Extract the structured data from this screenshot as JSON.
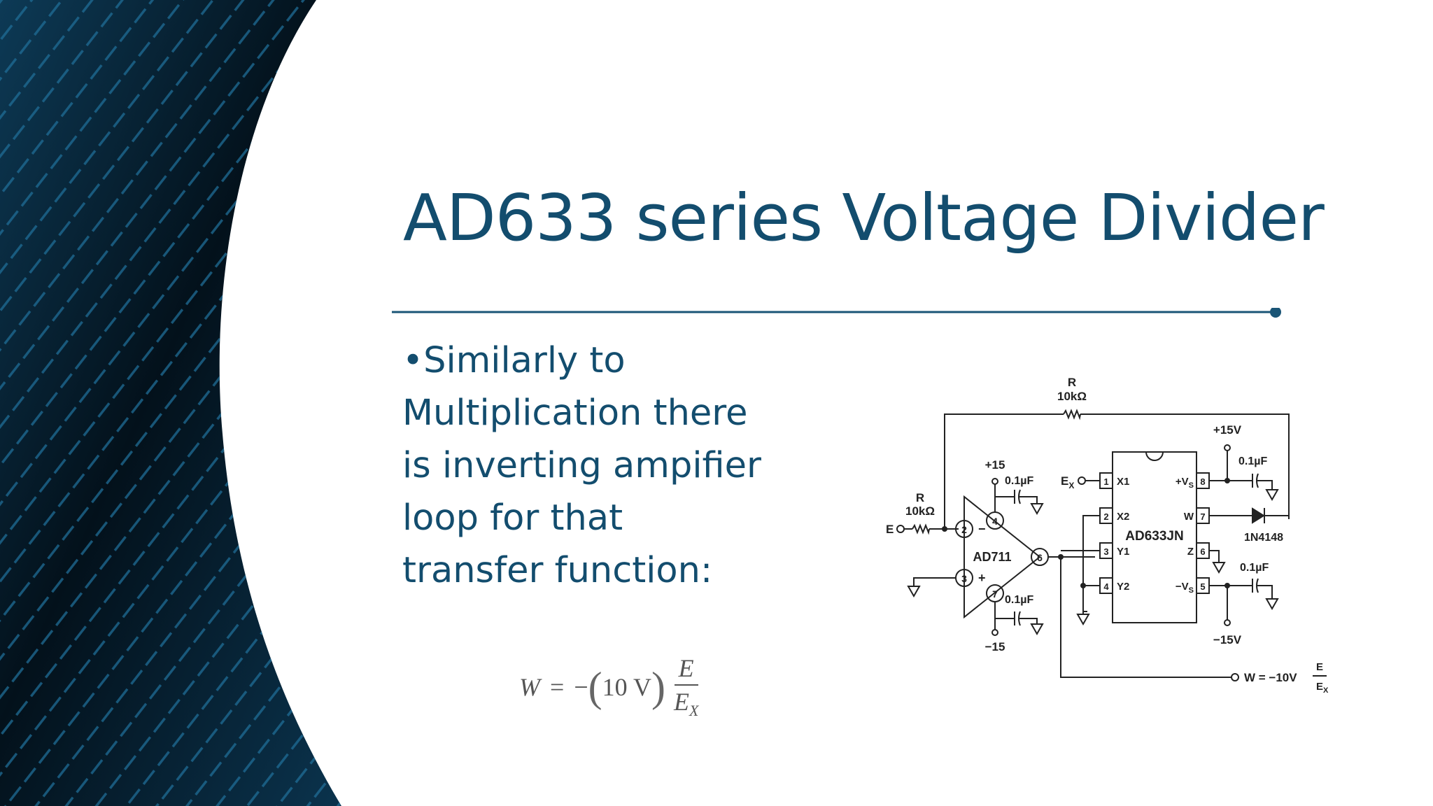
{
  "slide": {
    "title": "AD633 series Voltage Divider",
    "bullet": "•Similarly to\nMultiplication there\nis inverting ampifier\nloop  for  that\ntransfer function:",
    "formula": {
      "lhs": "W",
      "equals": "=",
      "minus": "−",
      "open_paren": "(",
      "coef": "10 V",
      "close_paren": ")",
      "numerator": "E",
      "denominator": "E",
      "denominator_sub": "X"
    }
  },
  "schematic": {
    "feedback_r_label": "R",
    "feedback_r_value": "10kΩ",
    "input_r_label": "R",
    "input_r_value": "10kΩ",
    "input_label": "E",
    "ex_label": "E",
    "ex_sub": "X",
    "opamp_label": "AD711",
    "opamp_pin2": "2",
    "opamp_pin3": "3",
    "opamp_pin4": "4",
    "opamp_pin7": "7",
    "opamp_pin6": "6",
    "opamp_minus": "−",
    "opamp_plus": "+",
    "supply_pos": "+15",
    "supply_neg": "−15",
    "cap_top": "0.1µF",
    "cap_bottom": "0.1µF",
    "ic_label": "AD633JN",
    "ic_pins_left": [
      {
        "num": "1",
        "name": "X1"
      },
      {
        "num": "2",
        "name": "X2"
      },
      {
        "num": "3",
        "name": "Y1"
      },
      {
        "num": "4",
        "name": "Y2"
      }
    ],
    "ic_pins_right": [
      {
        "num": "8",
        "name": "+V",
        "sub": "S"
      },
      {
        "num": "7",
        "name": "W",
        "sub": ""
      },
      {
        "num": "6",
        "name": "Z",
        "sub": ""
      },
      {
        "num": "5",
        "name": "−V",
        "sub": "S"
      }
    ],
    "vs_pos": "+15V",
    "vs_neg": "−15V",
    "cap_vs_pos": "0.1µF",
    "cap_vs_neg": "0.1µF",
    "diode_label": "1N4148",
    "output_prefix": "W = −10V",
    "output_num": "E",
    "output_den": "E",
    "output_den_sub": "X"
  },
  "colors": {
    "title": "#134d6e",
    "body_text": "#134d6e",
    "rule": "#1a5576",
    "band_dark": "#041420",
    "band_accent": "#1e6c95"
  }
}
